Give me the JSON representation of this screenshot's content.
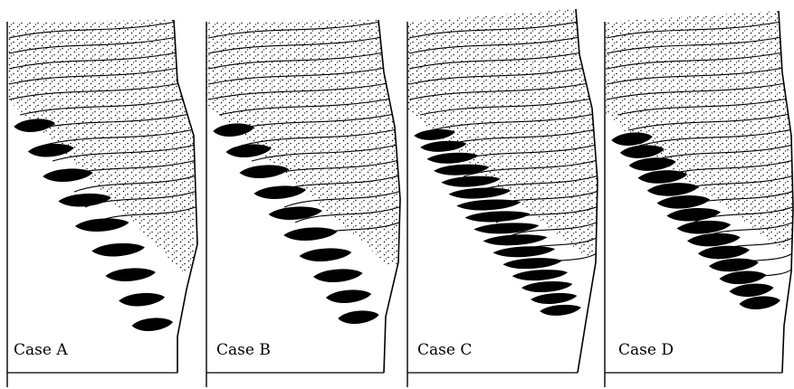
{
  "figure": {
    "panels": [
      {
        "id": "A",
        "label": "Case A"
      },
      {
        "id": "B",
        "label": "Case B"
      },
      {
        "id": "C",
        "label": "Case C"
      },
      {
        "id": "D",
        "label": "Case D"
      }
    ],
    "legend": [
      {
        "fill": "stippled",
        "meaning": ""
      },
      {
        "fill": "black",
        "meaning": ""
      }
    ],
    "colors": {
      "ink": "#000000",
      "paper": "#ffffff",
      "stipple": "#000000"
    }
  }
}
